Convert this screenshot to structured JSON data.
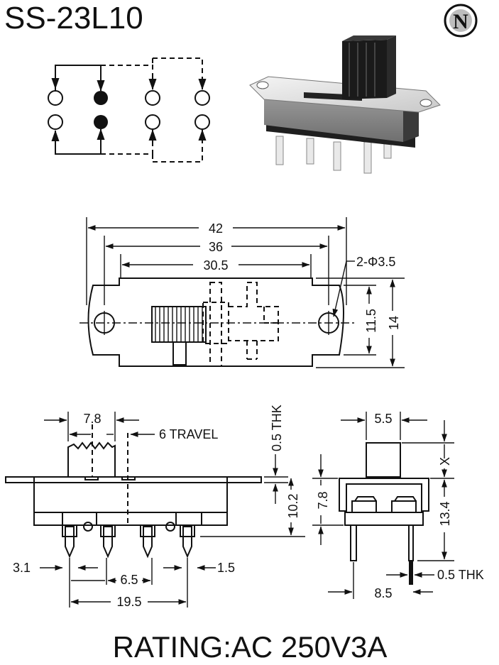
{
  "title": "SS-23L10",
  "logo": {
    "letter": "N",
    "icon": "n-circle-logo"
  },
  "rating": "RATING:AC 250V3A",
  "top_view": {
    "dim_42": "42",
    "dim_36": "36",
    "dim_30_5": "30.5",
    "dim_hole": "2-Φ3.5",
    "dim_11_5": "11.5",
    "dim_14": "14"
  },
  "side_view": {
    "dim_7_8": "7.8",
    "travel": "6 TRAVEL",
    "thk": "0.5 THK",
    "dim_10_2": "10.2",
    "dim_3_1": "3.1",
    "dim_6_5": "6.5",
    "dim_1_5": "1.5",
    "dim_19_5": "19.5"
  },
  "end_view": {
    "dim_5_5": "5.5",
    "dim_x": "X",
    "dim_7_8": "7.8",
    "dim_13_4": "13.4",
    "thk": "0.5 THK",
    "dim_8_5": "8.5"
  },
  "colors": {
    "ink": "#111111",
    "body_gray": "#8a8a8a",
    "dark": "#1c1c1c",
    "pin": "#e8e8e8"
  }
}
